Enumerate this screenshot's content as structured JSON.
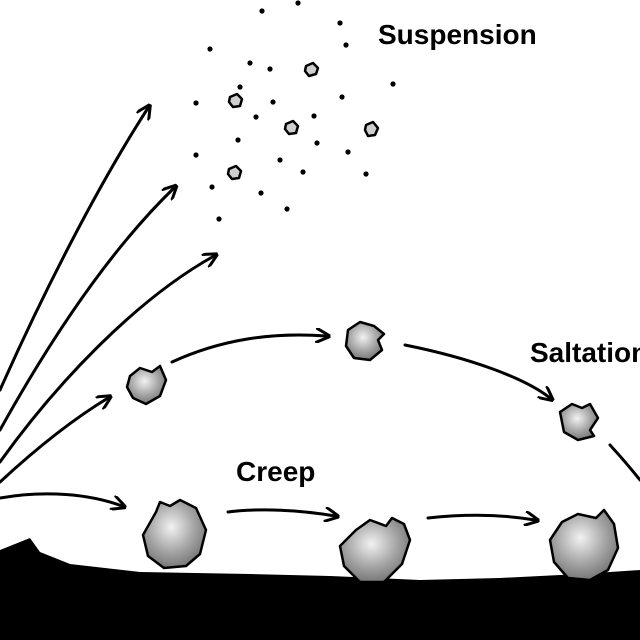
{
  "labels": {
    "suspension": "Suspension",
    "saltation": "Saltation",
    "creep": "Creep"
  },
  "colors": {
    "ink": "#000000",
    "ground": "#000000",
    "rock_light": "#d9d9d9",
    "rock_dark": "#7a7a7a",
    "background": "#ffffff"
  }
}
